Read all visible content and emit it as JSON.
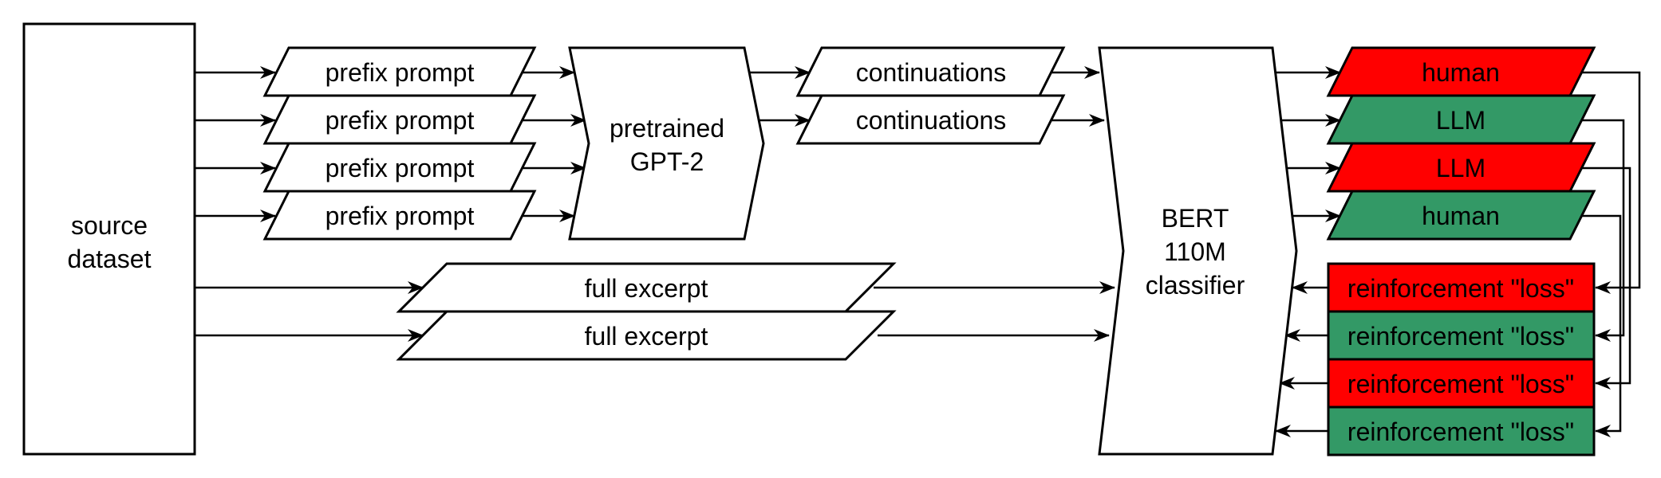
{
  "colors": {
    "human": "#ff0000",
    "llm": "#339966",
    "neutral": "#ffffff",
    "stroke": "#000000"
  },
  "source": {
    "line1": "source",
    "line2": "dataset"
  },
  "prefix_prompts": [
    "prefix prompt",
    "prefix prompt",
    "prefix prompt",
    "prefix prompt"
  ],
  "generator": {
    "line1": "pretrained",
    "line2": "GPT-2"
  },
  "continuations": [
    "continuations",
    "continuations"
  ],
  "full_excerpts": [
    "full excerpt",
    "full excerpt"
  ],
  "classifier": {
    "line1": "BERT",
    "line2": "110M",
    "line3": "classifier"
  },
  "predictions": [
    {
      "label": "human",
      "color_key": "human"
    },
    {
      "label": "LLM",
      "color_key": "llm"
    },
    {
      "label": "LLM",
      "color_key": "human"
    },
    {
      "label": "human",
      "color_key": "llm"
    }
  ],
  "losses": [
    {
      "label": "reinforcement \"loss\"",
      "color_key": "human"
    },
    {
      "label": "reinforcement \"loss\"",
      "color_key": "llm"
    },
    {
      "label": "reinforcement \"loss\"",
      "color_key": "human"
    },
    {
      "label": "reinforcement \"loss\"",
      "color_key": "llm"
    }
  ]
}
